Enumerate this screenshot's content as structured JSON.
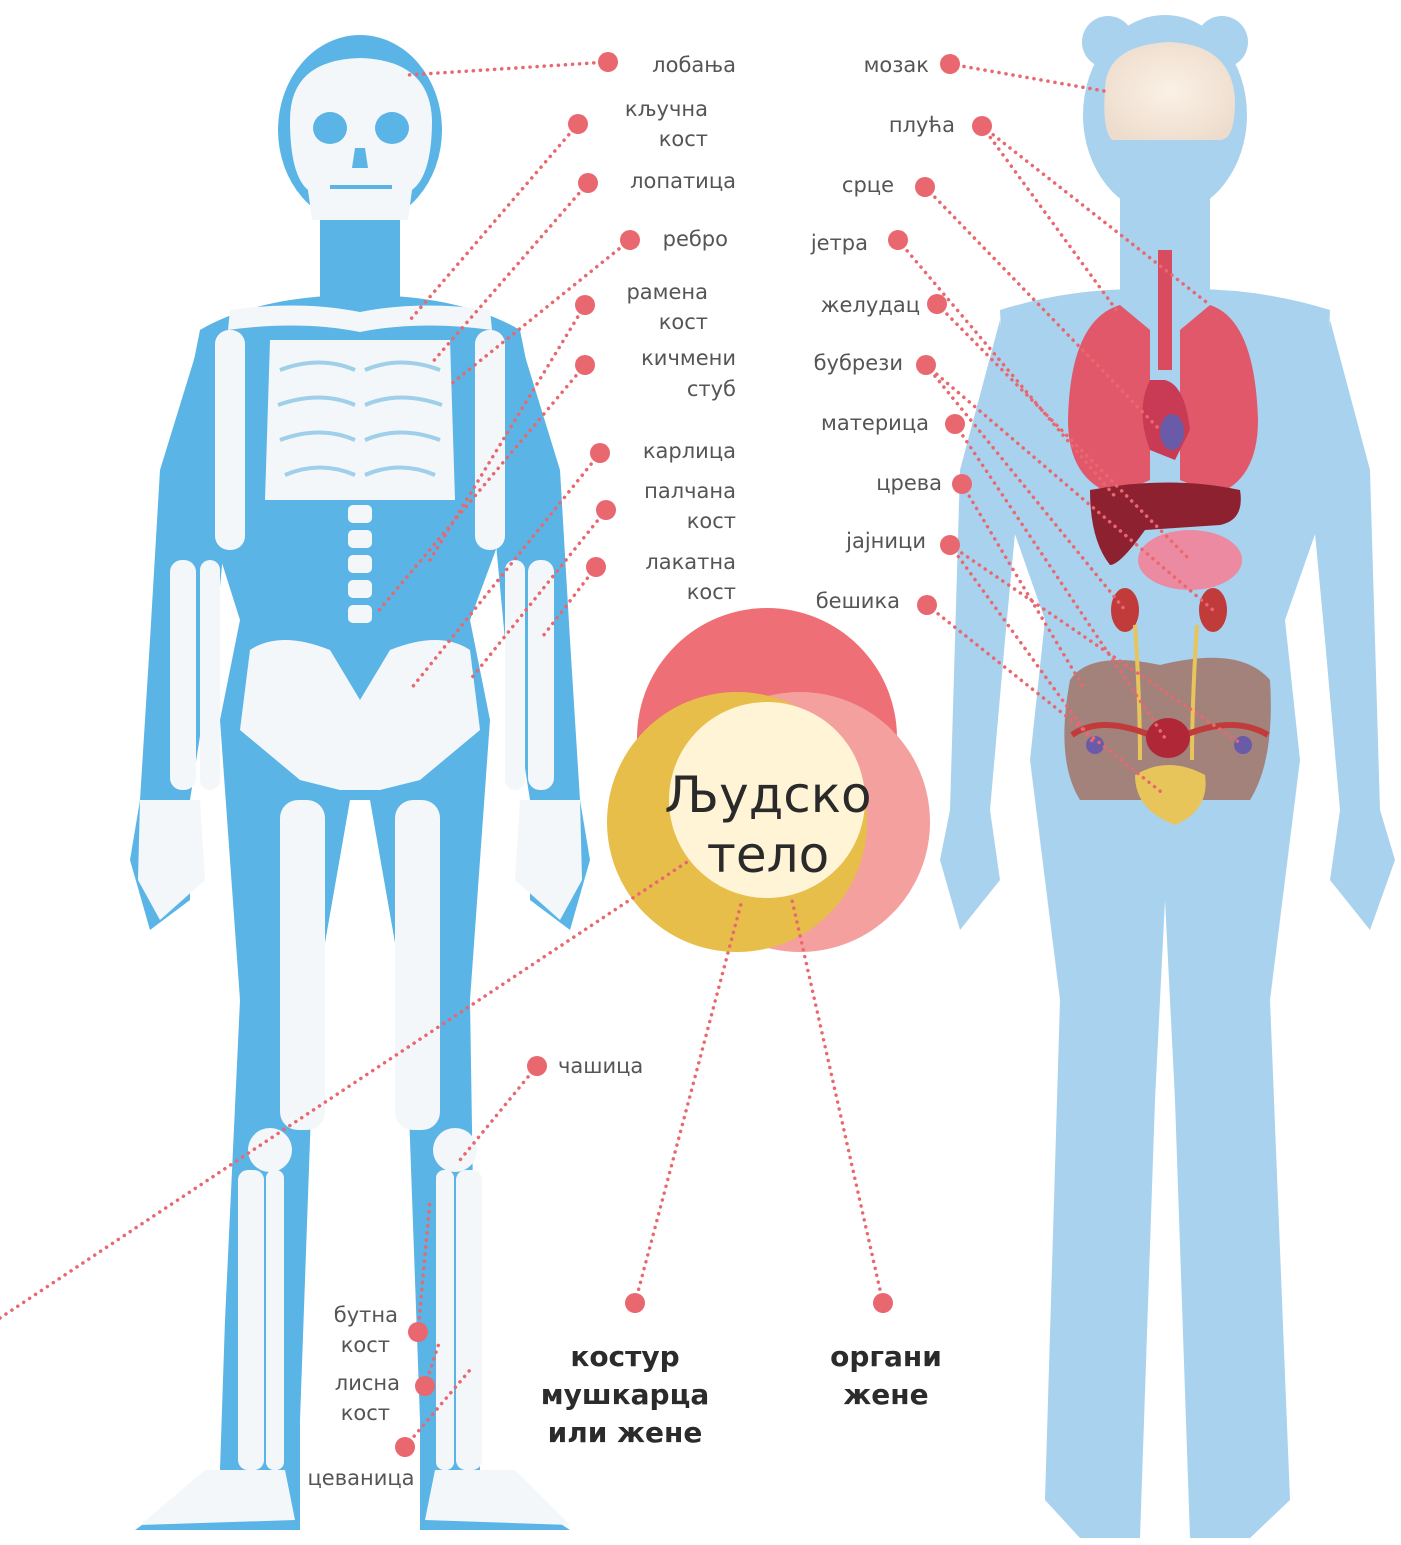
{
  "title": {
    "line1": "Људско",
    "line2": "тело"
  },
  "categories": {
    "skeleton": [
      "костур",
      "мушкарца",
      "или жене"
    ],
    "organs": [
      "органи",
      "жене"
    ]
  },
  "skeleton_labels": {
    "skull": "лобања",
    "clavicle": [
      "кључна",
      "кост"
    ],
    "scapula": "лопатица",
    "rib": "ребро",
    "humerus": [
      "рамена",
      "кост"
    ],
    "spine": [
      "кичмени",
      "стуб"
    ],
    "pelvis": "карлица",
    "radius": [
      "палчана",
      "кост"
    ],
    "ulna": [
      "лакатна",
      "кост"
    ],
    "patella": "чашица",
    "femur": [
      "бутна",
      "кост"
    ],
    "fibula": [
      "лисна",
      "кост"
    ],
    "tibia": "цеваница"
  },
  "organ_labels": {
    "brain": "мозак",
    "lungs": "плућа",
    "heart": "срце",
    "liver": "јетра",
    "stomach": "желудац",
    "kidneys": "бубрези",
    "uterus": "материца",
    "intestines": "црева",
    "ovaries": "јајници",
    "bladder": "бешика"
  },
  "colors": {
    "accent": "#e9686f",
    "skeleton_body": "#5ab4e6",
    "bone": "#f4f7fa",
    "woman_body": "#a9d2ee",
    "circle_red": "#ee6f75",
    "circle_yellow": "#e7be4a",
    "circle_pink": "#f4a09e",
    "circle_cream": "#fff4d6"
  }
}
